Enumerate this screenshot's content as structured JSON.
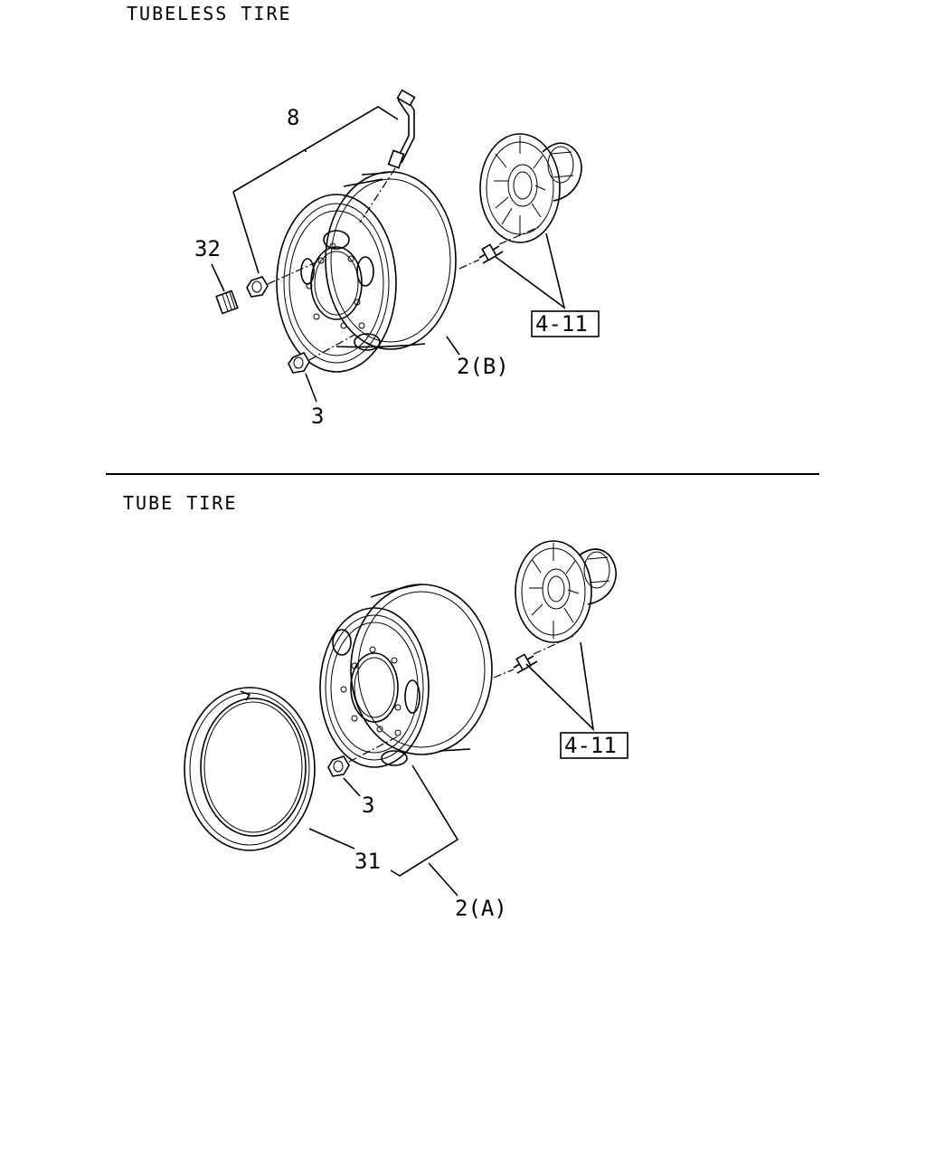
{
  "sections": [
    {
      "title": "TUBELESS TIRE",
      "callouts": {
        "valve_assembly": "8",
        "valve_cap": "32",
        "wheel_nut": "3",
        "disc_wheel": "2(B)",
        "hub_reference": "4-11"
      }
    },
    {
      "title": "TUBE TIRE",
      "callouts": {
        "wheel_nut": "3",
        "side_ring": "31",
        "disc_wheel": "2(A)",
        "hub_reference": "4-11"
      }
    }
  ]
}
